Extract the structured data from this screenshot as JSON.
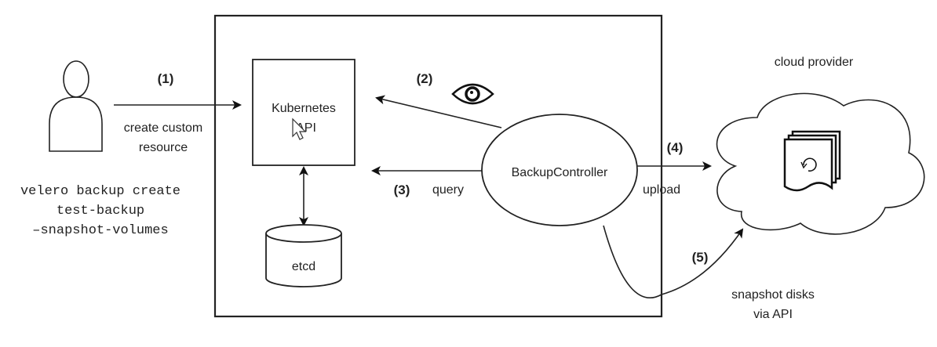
{
  "diagram": {
    "user": {
      "command_lines": [
        "velero backup create",
        "test-backup",
        "–snapshot-volumes"
      ]
    },
    "cluster": {
      "kubernetes_api": {
        "line1": "Kubernetes",
        "line2": "API"
      },
      "etcd": {
        "label": "etcd"
      },
      "backup_controller": {
        "label": "BackupController"
      }
    },
    "cloud": {
      "title": "cloud provider",
      "icon": "snapshot-stack-icon"
    },
    "steps": [
      {
        "number": "(1)",
        "label_lines": [
          "create custom",
          "resource"
        ]
      },
      {
        "number": "(2)",
        "label_lines": [],
        "icon": "eye-icon"
      },
      {
        "number": "(3)",
        "label_lines": [
          "query"
        ]
      },
      {
        "number": "(4)",
        "label_lines": [
          "upload"
        ]
      },
      {
        "number": "(5)",
        "label_lines": [
          "snapshot disks",
          "via API"
        ]
      }
    ]
  }
}
